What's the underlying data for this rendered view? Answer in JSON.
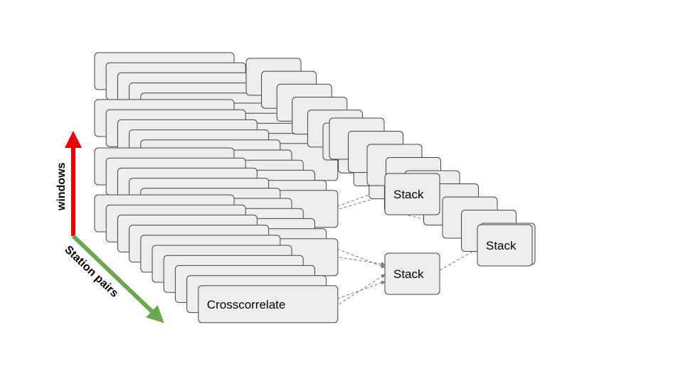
{
  "diagram": {
    "node_labels": {
      "crosscorrelate": "Crosscorrelate",
      "stack": "Stack"
    },
    "axes": {
      "windows": {
        "label": "windows",
        "color": "#ee0000"
      },
      "station_pairs": {
        "label": "Station pairs",
        "color": "#6aa84f"
      }
    },
    "colors": {
      "box_fill": "#eeeeee",
      "box_stroke": "#444444",
      "connector": "#777777"
    }
  }
}
